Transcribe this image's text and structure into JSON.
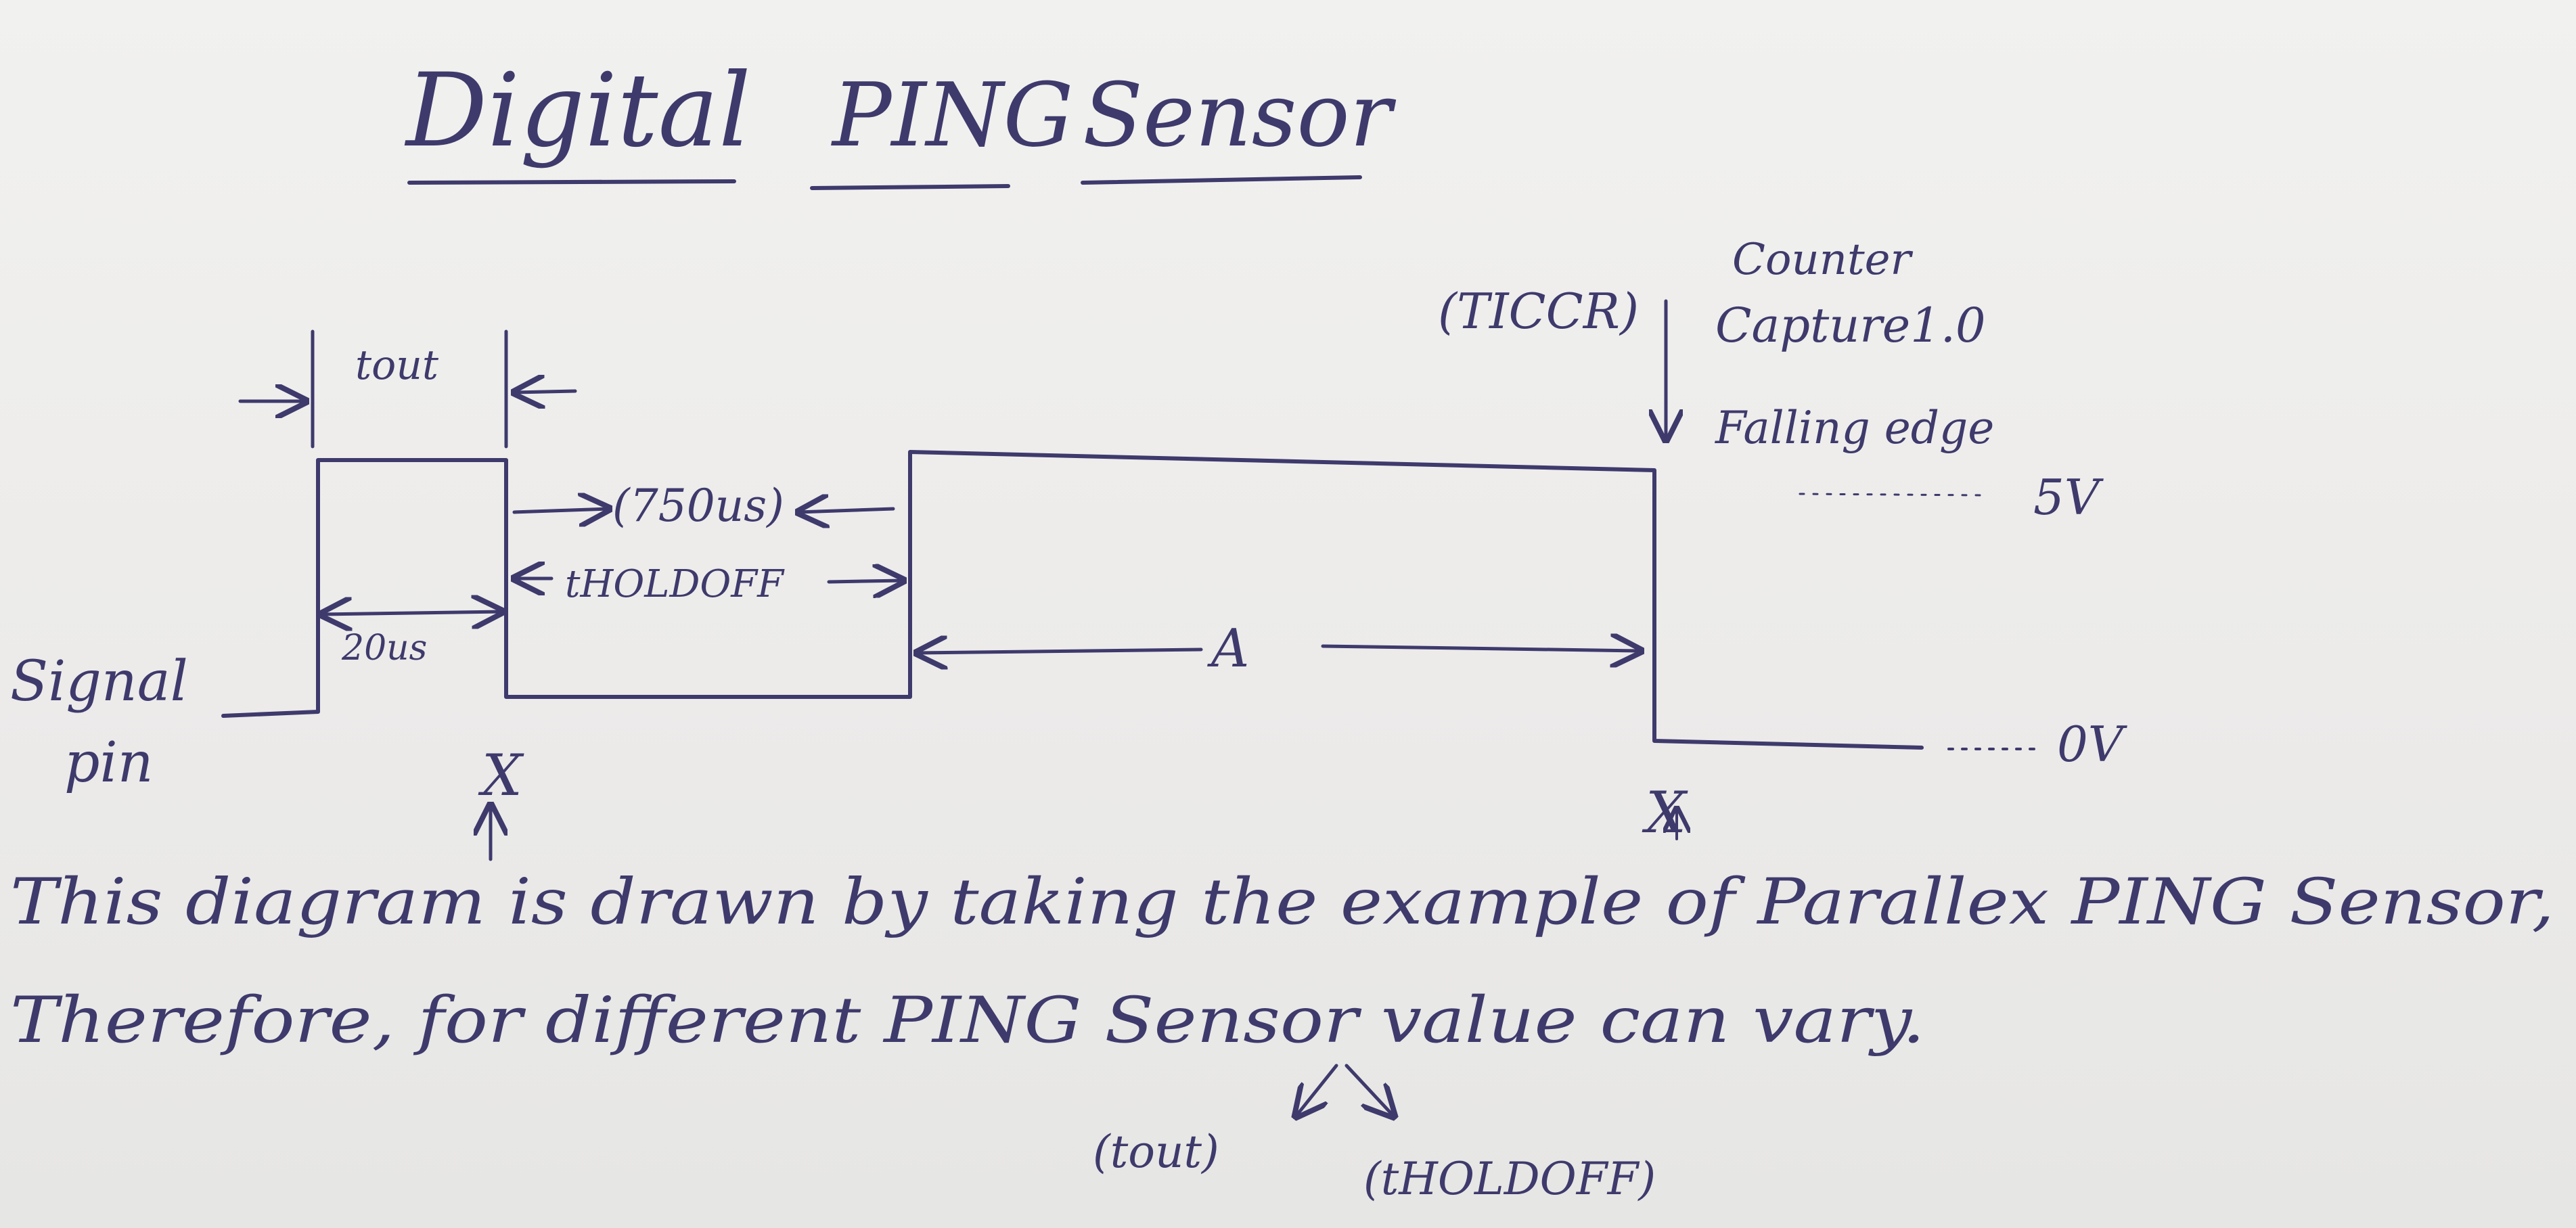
{
  "title": {
    "word1": "Digital",
    "word2": "PING",
    "word3": "Sensor"
  },
  "labels": {
    "tout_top": "tout",
    "pulse_width": "20us",
    "delay": "(750us)",
    "holdoff": "tHOLDOFF",
    "a": "A",
    "signal": "Signal",
    "pin": "pin",
    "x1": "X",
    "x2": "X",
    "register": "(TICCR)",
    "counter": "Counter",
    "capture": "Capture1.0",
    "falling_edge": "Falling edge",
    "v5": "5V",
    "v0": "0V"
  },
  "note": {
    "line1": "This diagram is drawn by taking the example of Parallex PING Sensor,",
    "line2": "Therefore, for different PING Sensor value can vary.",
    "sub1": "(tout)",
    "sub2": "(tHOLDOFF)"
  },
  "colors": {
    "ink": "#3e3a6c",
    "paper": "#efefed"
  }
}
